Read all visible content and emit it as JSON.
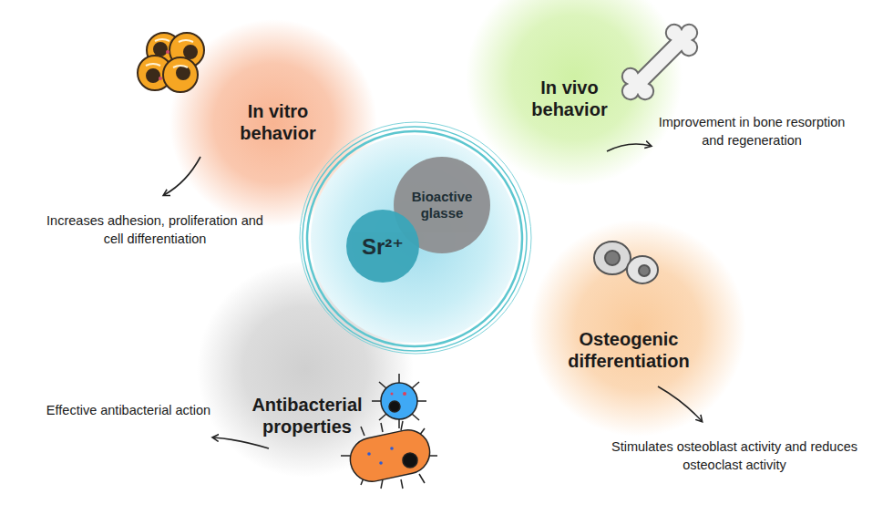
{
  "diagram": {
    "nodes": [
      {
        "text": [
          "In vitro behavior",
          "Increases adhesion, proliferation and cell differentiation"
        ]
      },
      {
        "text": [
          "In vivo behavior",
          "Improvement in bone resorption and regeneration"
        ]
      },
      {
        "text": [
          "Bioactive glasse"
        ]
      },
      {
        "text": [
          "Sr²⁺"
        ]
      },
      {
        "text": [
          "Osteogenic differentiation",
          "Stimulates osteoblast activity and reduces osteoclast activity"
        ]
      },
      {
        "text": [
          "Antibacterial properties",
          "Effective antibacterial action"
        ]
      }
    ]
  }
}
